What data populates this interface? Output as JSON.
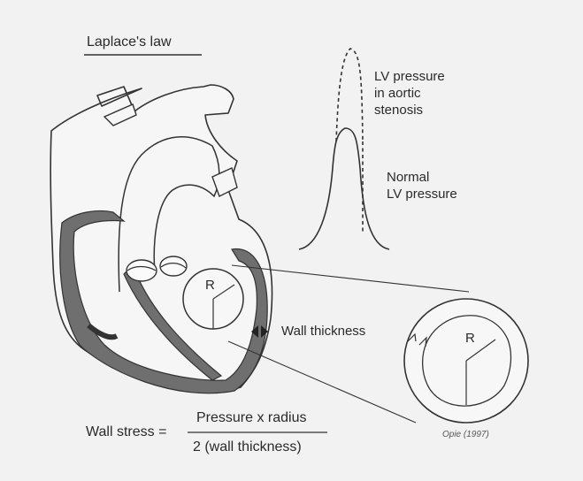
{
  "title": "Laplace's law",
  "labels": {
    "lv_aortic": "LV pressure\nin aortic\nstenosis",
    "lv_normal": "Normal\nLV pressure",
    "wall_thickness": "Wall thickness",
    "radius_main": "R",
    "radius_inset": "R",
    "credit": "Opie (1997)"
  },
  "formula": {
    "lhs": "Wall stress =",
    "numerator": "Pressure x radius",
    "denominator": "2 (wall thickness)"
  }
}
